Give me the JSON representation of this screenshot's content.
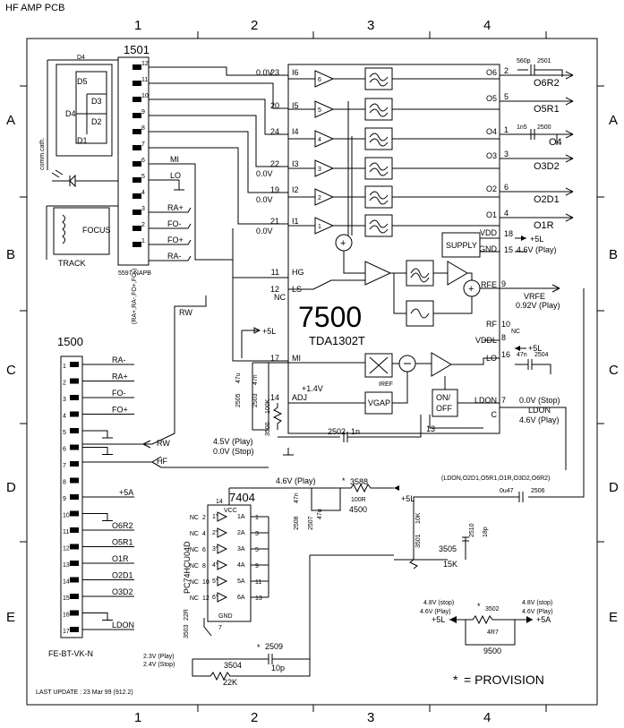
{
  "title": "HF AMP PCB",
  "grid": {
    "cols": [
      "1",
      "2",
      "3",
      "4"
    ],
    "rows": [
      "A",
      "B",
      "C",
      "D",
      "E"
    ]
  },
  "ic7500": {
    "ref": "7500",
    "part": "TDA1302T",
    "left_pins": [
      {
        "num": "23",
        "name": "I6",
        "volt": "0.0V"
      },
      {
        "num": "20",
        "name": "I5",
        "volt": ""
      },
      {
        "num": "24",
        "name": "I4",
        "volt": ""
      },
      {
        "num": "22",
        "name": "I3",
        "volt": "0.0V"
      },
      {
        "num": "19",
        "name": "I2",
        "volt": "0.0V"
      },
      {
        "num": "21",
        "name": "I1",
        "volt": "0.0V"
      },
      {
        "num": "11",
        "name": "HG",
        "volt": ""
      },
      {
        "num": "12",
        "name": "LS",
        "volt": "NC"
      },
      {
        "num": "17",
        "name": "MI",
        "volt": ""
      },
      {
        "num": "14",
        "name": "ADJ",
        "volt": ""
      }
    ],
    "right_pins": [
      {
        "num": "2",
        "name": "O6"
      },
      {
        "num": "5",
        "name": "O5"
      },
      {
        "num": "1",
        "name": "O4"
      },
      {
        "num": "3",
        "name": "O3"
      },
      {
        "num": "6",
        "name": "O2"
      },
      {
        "num": "4",
        "name": "O1"
      },
      {
        "num": "18",
        "name": "VDD"
      },
      {
        "num": "15",
        "name": "GND"
      },
      {
        "num": "9",
        "name": "RFE"
      },
      {
        "num": "10",
        "name": "RF"
      },
      {
        "num": "8",
        "name": "VDDL"
      },
      {
        "num": "16",
        "name": "LO"
      },
      {
        "num": "7",
        "name": "LDON"
      },
      {
        "num": "13",
        "name": "C"
      }
    ],
    "supply": "SUPPLY",
    "iref": "IREF",
    "vgap": "VGAP",
    "onoff": [
      "ON/",
      "OFF"
    ],
    "opamp_labels": [
      "6",
      "5",
      "4",
      "3",
      "2",
      "1"
    ]
  },
  "conn1501": {
    "ref": "1501",
    "part": "5597-NAPB",
    "pins": [
      "12",
      "11",
      "10",
      "9",
      "8",
      "7",
      "6",
      "5",
      "4",
      "3",
      "2",
      "1"
    ],
    "signals": [
      "MI",
      "LO",
      "RA+",
      "FO-",
      "FO+",
      "RA-"
    ],
    "diodes": [
      "D4",
      "D5",
      "D3",
      "D4",
      "D2",
      "D1"
    ],
    "comm": "comm.cath.",
    "focus": "FOCUS",
    "track": "TRACK"
  },
  "conn1500": {
    "ref": "1500",
    "part": "FE-BT-VK-N",
    "pins": [
      "1",
      "2",
      "3",
      "4",
      "5",
      "6",
      "7",
      "8",
      "9",
      "10",
      "11",
      "12",
      "13",
      "14",
      "15",
      "16",
      "17"
    ],
    "signals": [
      "RA-",
      "RA+",
      "FO-",
      "FO+",
      "",
      "",
      "",
      "",
      "+5A",
      "",
      "O6R2",
      "O5R1",
      "O1R",
      "O2D1",
      "O3D2",
      "",
      "LDON"
    ],
    "bus_label": "(RA+,RA-,FO+,FO-)",
    "rw": "RW",
    "hf": "HF"
  },
  "outputs": [
    "O6R2",
    "O5R1",
    "O4",
    "O3D2",
    "O2D1",
    "O1R"
  ],
  "caps_top": [
    {
      "ref": "2501",
      "val": "560p"
    },
    {
      "ref": "2500",
      "val": "1n5"
    }
  ],
  "supply_notes": {
    "plus5l": "+5L",
    "gnd_volt": "4.6V (Play)",
    "vrfe": "VRFE",
    "vrfe_volt": "0.92V (Play)",
    "vddl": "+5L",
    "ldon_stop": "0.0V (Stop)",
    "ldon_play": "4.6V (Play)",
    "ldon_label": "LDON",
    "mi_note1": "4.5V (Play)",
    "mi_note2": "0.0V (Stop)",
    "adj_volt": "+1.4V",
    "bus2": "(LDON,O2D1,O5R1,O1R,O3D2,O6R2)"
  },
  "components": {
    "c2505": [
      "2505",
      "47u"
    ],
    "c2503": [
      "2503",
      "47n"
    ],
    "r3500": [
      "3500",
      "100K"
    ],
    "c2502": [
      "2502",
      "1n"
    ],
    "c2504": [
      "2504",
      "47n"
    ],
    "c2506": [
      "2506",
      "0u47"
    ],
    "c2510": [
      "2510",
      "18p"
    ],
    "r3501": [
      "3501",
      "10K"
    ],
    "r3505": [
      "3505",
      "15K"
    ],
    "r3588": [
      "3588",
      "100R"
    ],
    "r4500": "4500",
    "c2508": [
      "2508",
      "47n"
    ],
    "c2507": [
      "2507",
      "47u"
    ],
    "r3503": [
      "3503",
      "22R"
    ],
    "c2509": [
      "2509",
      "10p"
    ],
    "r3504": [
      "3504",
      "22K"
    ],
    "r3502": [
      "3502",
      "4R7"
    ],
    "r9500": "9500"
  },
  "ic7404": {
    "ref": "7404",
    "part": "PC74HCU04D",
    "vcc": "VCC",
    "gnd": "GND",
    "pin14": "14",
    "pin7": "7",
    "left_pins": [
      "2",
      "4",
      "6",
      "8",
      "10",
      "12"
    ],
    "right_pins": [
      "1",
      "3",
      "5",
      "9",
      "11",
      "13"
    ],
    "gates_y": [
      "1Y",
      "2Y",
      "3Y",
      "4Y",
      "5Y",
      "6Y"
    ],
    "gates_a": [
      "1A",
      "2A",
      "3A",
      "4A",
      "5A",
      "6A"
    ],
    "nc": "NC",
    "volt_play": "4.6V (Play)",
    "volt_out_play": "2.3V (Play)",
    "volt_out_stop": "2.4V (Stop)"
  },
  "bottom_supply": {
    "left_stop": "4.8V (stop)",
    "left_play": "4.6V (Play)",
    "left_rail": "+5L",
    "right_stop": "4.8V (stop)",
    "right_play": "4.6V (Play)",
    "right_rail": "+5A"
  },
  "provision_note": "= PROVISION",
  "last_update": "LAST UPDATE : 23 Mar 99 (912.2)"
}
